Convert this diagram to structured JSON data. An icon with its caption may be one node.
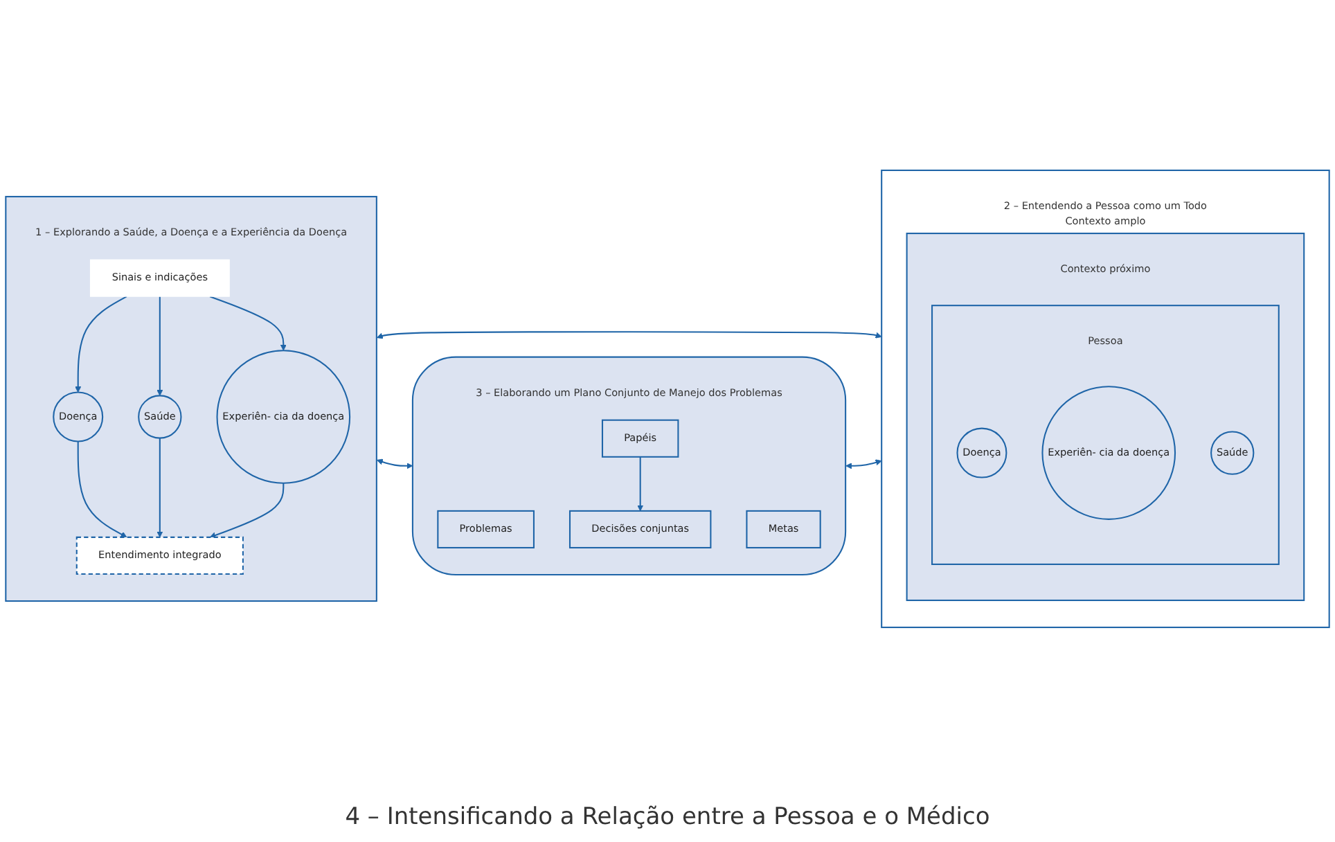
{
  "diagram": {
    "nodes": [
      {
        "text": [
          "1 – Explorando a Saúde, a Doença e a Experiência da Doença"
        ]
      },
      {
        "text": [
          "Sinais e indicações"
        ],
        "in": 0
      },
      {
        "text": [
          "Doença"
        ],
        "in": 0
      },
      {
        "text": [
          "Experiên- cia da doença"
        ],
        "in": 0
      },
      {
        "text": [
          "Saúde"
        ],
        "in": 0
      },
      {
        "text": [
          "Entendimento integrado"
        ],
        "in": 0
      },
      {
        "text": [
          "2 – Entendendo a Pessoa como um Todo",
          "Contexto amplo"
        ]
      },
      {
        "text": [
          "Contexto próximo"
        ],
        "in": 6
      },
      {
        "text": [
          "Pessoa"
        ],
        "in": 7
      },
      {
        "text": [
          "Doença"
        ],
        "in": 8
      },
      {
        "text": [
          "Experiên- cia da doença"
        ],
        "in": 8
      },
      {
        "text": [
          "Saúde"
        ],
        "in": 8
      },
      {
        "text": [
          "3 – Elaborando um Plano Conjunto de Manejo dos Problemas"
        ]
      },
      {
        "text": [
          "Problemas"
        ],
        "in": 12
      },
      {
        "text": [
          "Metas"
        ],
        "in": 12
      },
      {
        "text": [
          "Papéis"
        ],
        "in": 12
      },
      {
        "text": [
          "Decisões conjuntas"
        ],
        "in": 12
      }
    ],
    "edges": [
      {
        "from": 1,
        "to": 2,
        "arrow": "to"
      },
      {
        "from": 1,
        "to": 4,
        "arrow": "to"
      },
      {
        "from": 1,
        "to": 3,
        "arrow": "to"
      },
      {
        "from": 2,
        "to": 5,
        "arrow": "to"
      },
      {
        "from": 4,
        "to": 5,
        "arrow": "to"
      },
      {
        "from": 3,
        "to": 5,
        "arrow": "to"
      },
      {
        "from": 0,
        "to": 6,
        "arrow": "both"
      },
      {
        "from": 0,
        "to": 12,
        "arrow": "both"
      },
      {
        "from": 12,
        "to": 6,
        "arrow": "both"
      },
      {
        "from": 15,
        "to": 16,
        "arrow": "to"
      }
    ],
    "labels": [
      "4 – Intensificando a Relação entre a Pessoa e o Médico"
    ]
  }
}
